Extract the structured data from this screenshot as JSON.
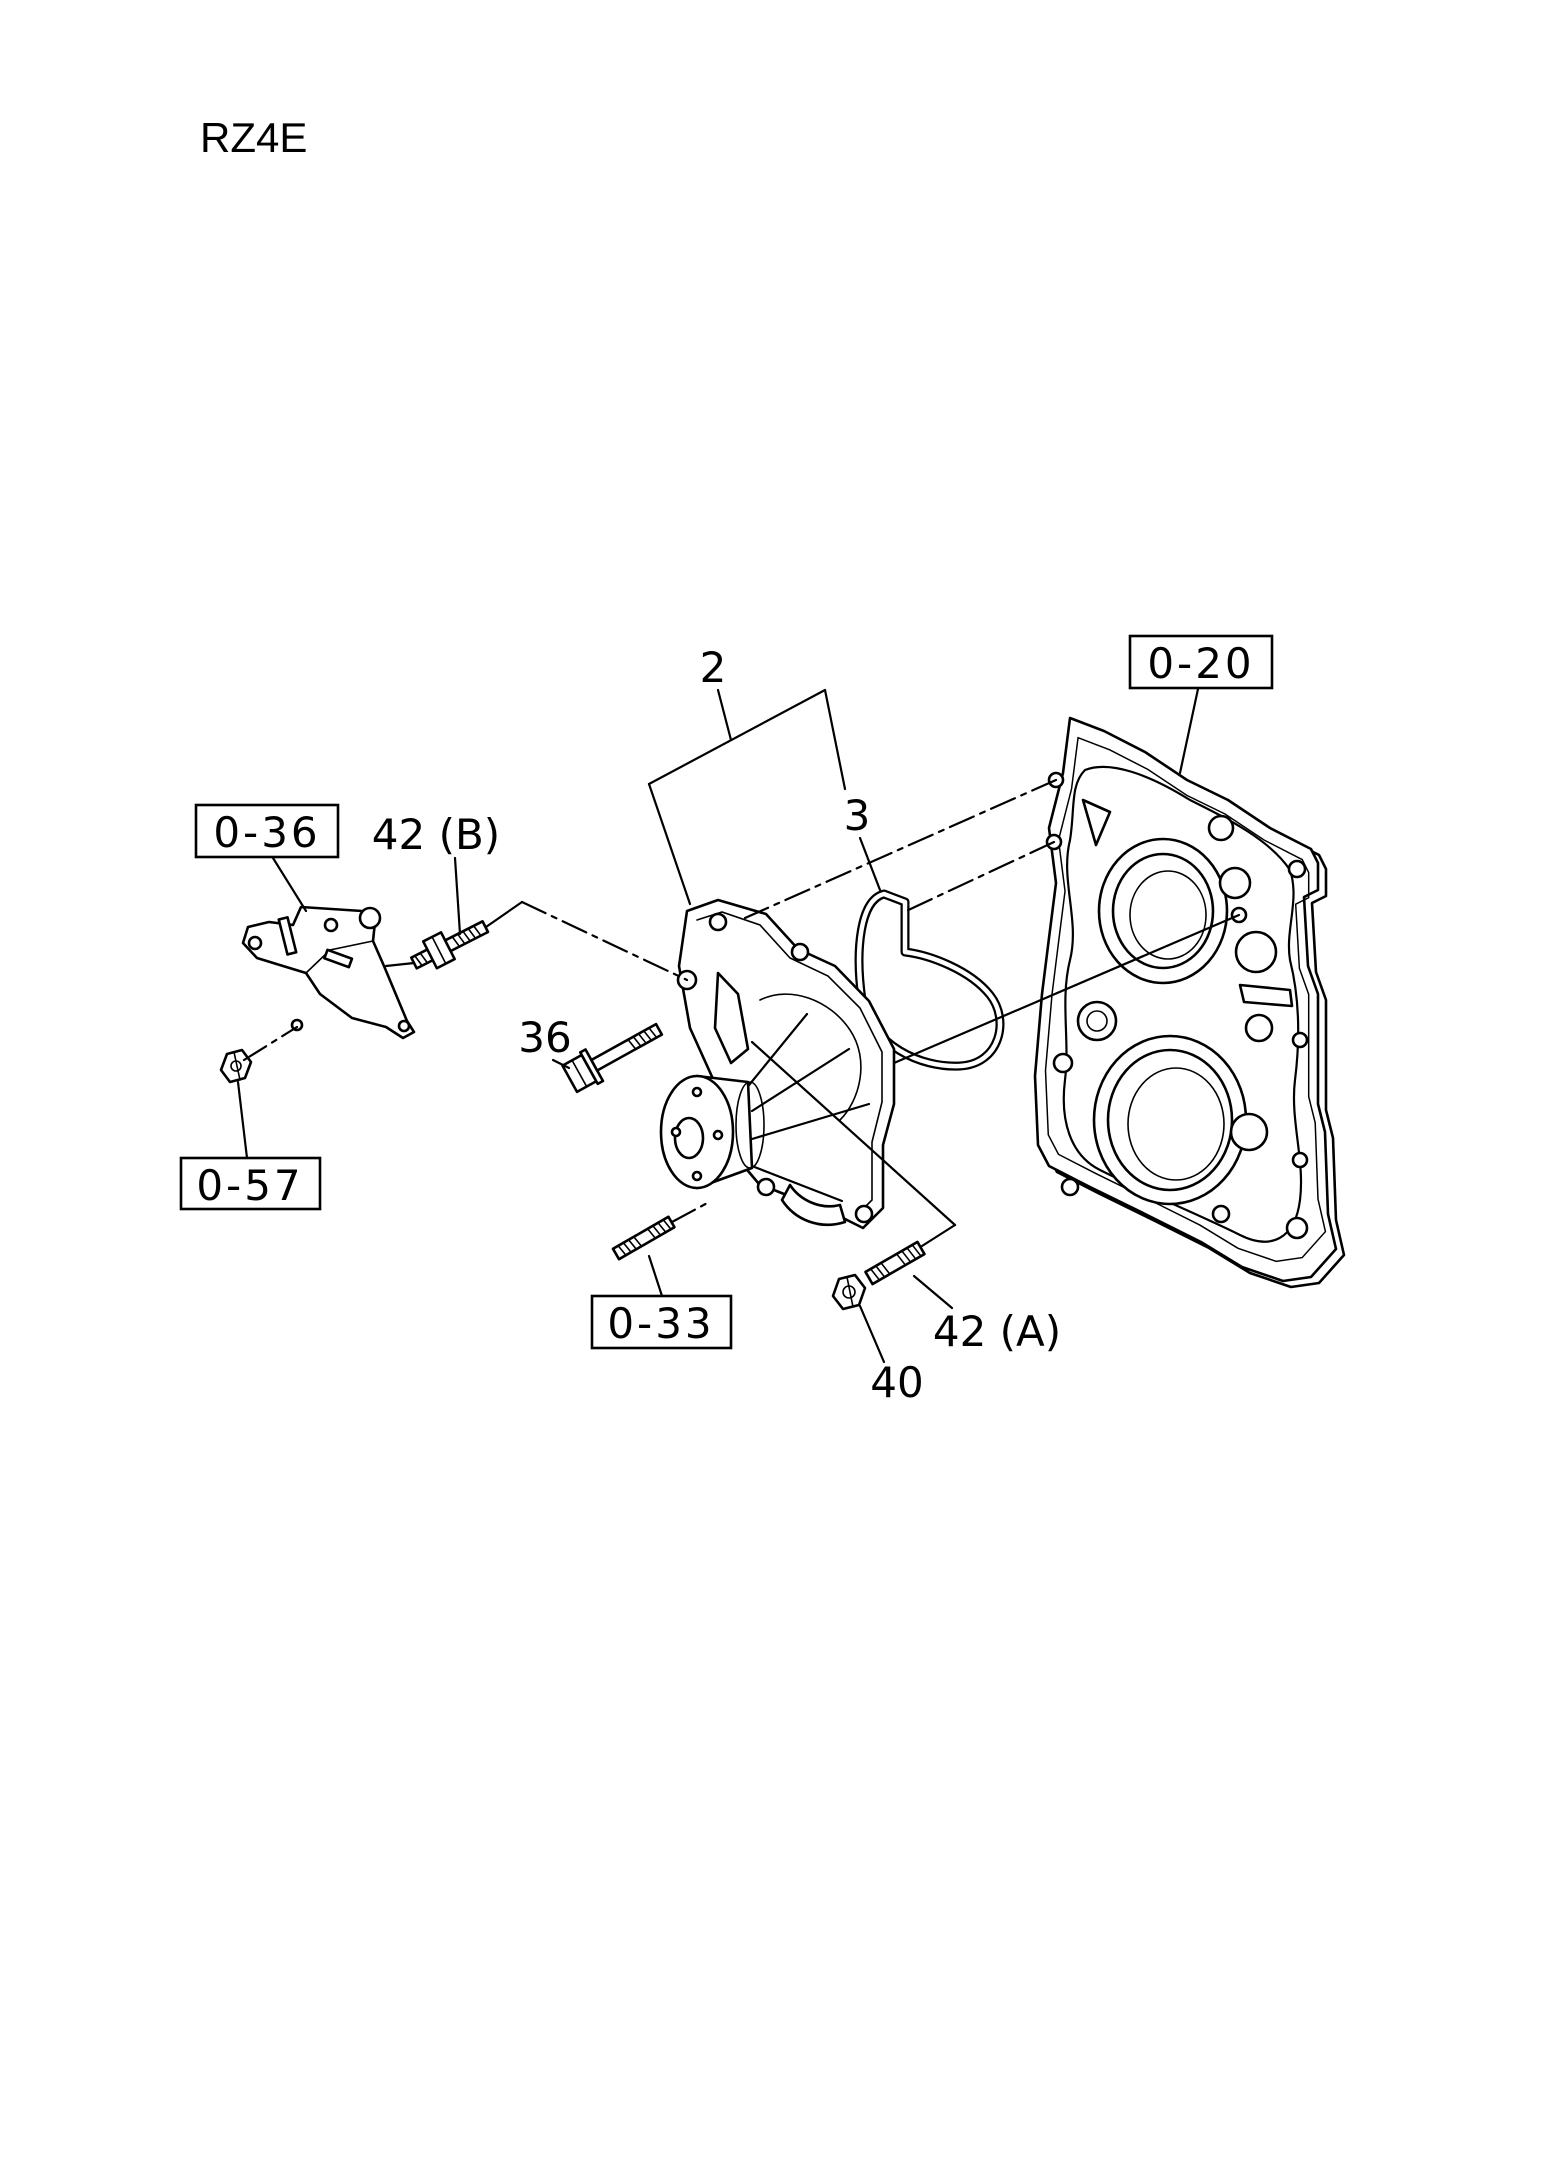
{
  "diagram": {
    "model": "RZ4E",
    "callouts": {
      "part_2": "2",
      "part_3": "3",
      "part_36": "36",
      "part_40": "40",
      "part_42b": "42 (B)",
      "part_42a": "42 (A)"
    },
    "reference_boxes": {
      "ref_0_20": "0-20",
      "ref_0_36": "0-36",
      "ref_0_57": "0-57",
      "ref_0_33": "0-33"
    }
  },
  "colors": {
    "ink": "#000000",
    "background": "#ffffff"
  }
}
